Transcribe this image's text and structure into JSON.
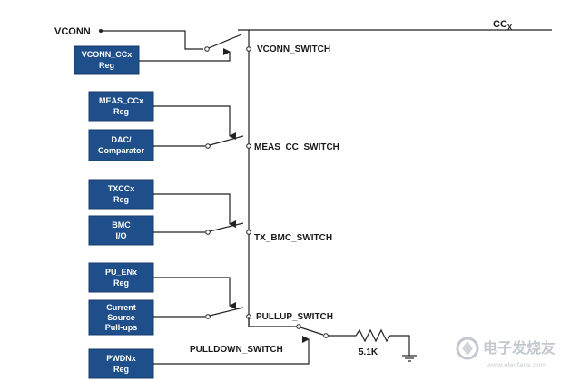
{
  "signals": {
    "vconn": "VCONN",
    "ccx_main": "CC",
    "ccx_sub": "X"
  },
  "switches": {
    "vconn_switch": "VCONN_SWITCH",
    "meas_cc_switch": "MEAS_CC_SWITCH",
    "tx_bmc_switch": "TX_BMC_SWITCH",
    "pullup_switch": "PULLUP_SWITCH",
    "pulldown_switch": "PULLDOWN_SWITCH"
  },
  "resistor": "5.1K",
  "blocks": {
    "vconn_ccx_reg": [
      "VCONN_CCx",
      "Reg"
    ],
    "meas_ccx_reg": [
      "MEAS_CCx",
      "Reg"
    ],
    "dac_comparator": [
      "DAC/",
      "Comparator"
    ],
    "txccx_reg": [
      "TXCCx",
      "Reg"
    ],
    "bmc_io": [
      "BMC",
      "I/O"
    ],
    "pu_enx_reg": [
      "PU_ENx",
      "Reg"
    ],
    "current_source": [
      "Current",
      "Source",
      "Pull-ups"
    ],
    "pwdnx_reg": [
      "PWDNx",
      "Reg"
    ]
  },
  "watermark": {
    "title": "电子发烧友",
    "url": "www.elecfans.com"
  },
  "colors": {
    "block_fill": "#1f4f8a",
    "wire": "#222222",
    "watermark": "#b9bec6"
  }
}
